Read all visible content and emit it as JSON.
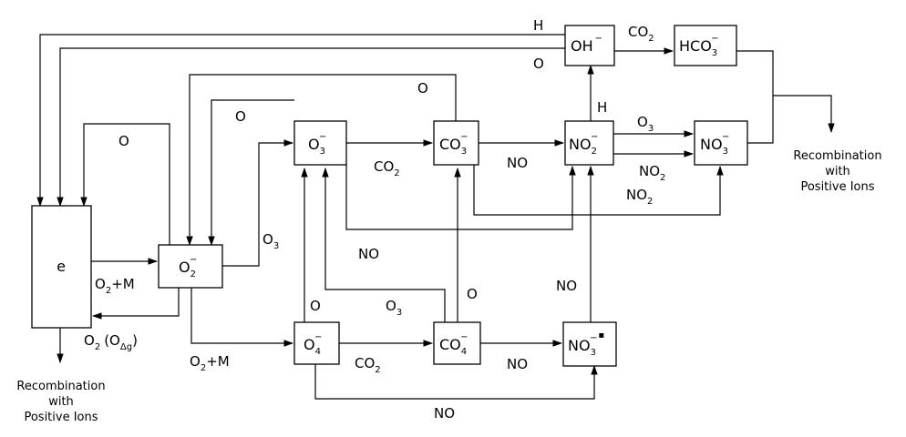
{
  "nodes": {
    "e": {
      "base": "e",
      "sup": "",
      "sub": ""
    },
    "o2": {
      "base": "O",
      "sub": "2",
      "sup": "−"
    },
    "o3": {
      "base": "O",
      "sub": "3",
      "sup": "−"
    },
    "o4": {
      "base": "O",
      "sub": "4",
      "sup": "−"
    },
    "co3": {
      "base": "CO",
      "sub": "3",
      "sup": "−"
    },
    "co4": {
      "base": "CO",
      "sub": "4",
      "sup": "−"
    },
    "no2": {
      "base": "NO",
      "sub": "2",
      "sup": "−"
    },
    "no3": {
      "base": "NO",
      "sub": "3",
      "sup": "−"
    },
    "no3s": {
      "base": "NO",
      "sub": "3",
      "sup": "−",
      "mark": "▪"
    },
    "oh": {
      "base": "OH",
      "sub": "",
      "sup": "−"
    },
    "hco3": {
      "base": "HCO",
      "sub": "3",
      "sup": "−"
    }
  },
  "labels": {
    "h_top": "H",
    "o_top": "O",
    "co2_top": {
      "base": "CO",
      "sub": "2"
    },
    "o_mid": "O",
    "o_left1": "O",
    "o_left2": "O",
    "h_mid": "H",
    "o3_a": {
      "base": "O",
      "sub": "3"
    },
    "co2_a": {
      "base": "CO",
      "sub": "2"
    },
    "no_a": "NO",
    "no2_a": {
      "base": "NO",
      "sub": "2"
    },
    "no2_b": {
      "base": "NO",
      "sub": "2"
    },
    "o3_left": {
      "base": "O",
      "sub": "3"
    },
    "no_b": "NO",
    "o2m_a": {
      "base": "O",
      "sub": "2",
      "tail": "+M"
    },
    "o2_od": {
      "base": "O",
      "sub": "2",
      "tail": "(O",
      "sub2": "Δg",
      "tail2": ")"
    },
    "o_o4": "O",
    "o3_b": {
      "base": "O",
      "sub": "3"
    },
    "o_co4": "O",
    "no_c": "NO",
    "o2m_b": {
      "base": "O",
      "sub": "2",
      "tail": "+M"
    },
    "co2_b": {
      "base": "CO",
      "sub": "2"
    },
    "no_d": "NO",
    "no_e": "NO"
  },
  "notes": {
    "recomb_right": [
      "Recombination",
      "with",
      "Positive Ions"
    ],
    "recomb_left": [
      "Recombination",
      "with",
      "Positive Ions"
    ]
  }
}
